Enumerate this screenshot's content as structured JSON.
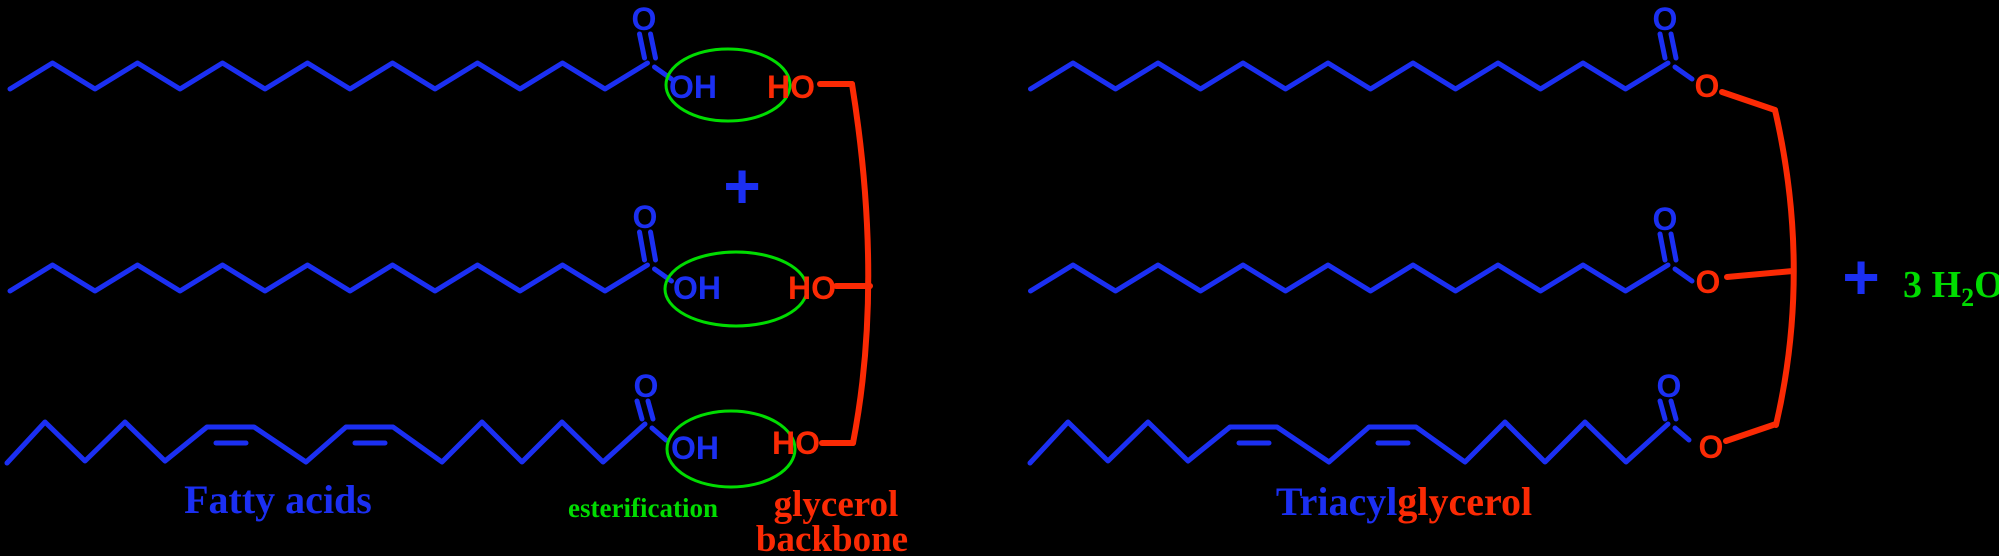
{
  "labels": {
    "fatty_acids": "Fatty acids",
    "esterification": "esterification",
    "glycerol_line1": "glycerol",
    "glycerol_line2": "backbone",
    "triacyl_blue": "Triacyl",
    "triacyl_red": "glycerol",
    "plus_left": "+",
    "plus_right": "+",
    "water_coeff_h": "3 H",
    "water_subscript": "2",
    "water_oxygen": "O"
  },
  "atoms": {
    "oh": "OH",
    "ho": "HO",
    "o": "O"
  },
  "colors": {
    "chain_blue": "#1b2ff2",
    "backbone_red": "#fb2a04",
    "highlight_green": "#00dc00",
    "background": "#000000"
  }
}
